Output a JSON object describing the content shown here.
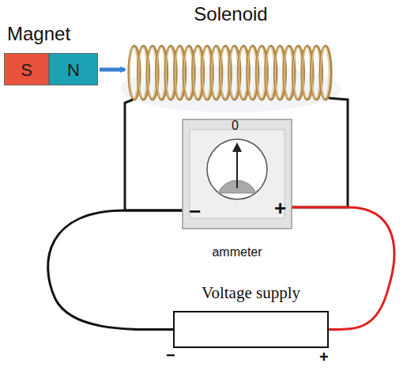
{
  "diagram": {
    "nodes": [
      {
        "text": [
          "S"
        ]
      },
      {
        "text": [
          "N"
        ]
      },
      {
        "text": [
          "0",
          "−",
          "+",
          "ammeter"
        ]
      },
      {
        "text": [
          "Voltage supply",
          "−",
          "+"
        ]
      }
    ],
    "edges": [
      {
        "from": 2,
        "to": 3,
        "arrow": "none"
      },
      {
        "from": 2,
        "to": 3,
        "arrow": "none"
      }
    ],
    "labels": [
      "Magnet",
      "Solenoid"
    ]
  }
}
